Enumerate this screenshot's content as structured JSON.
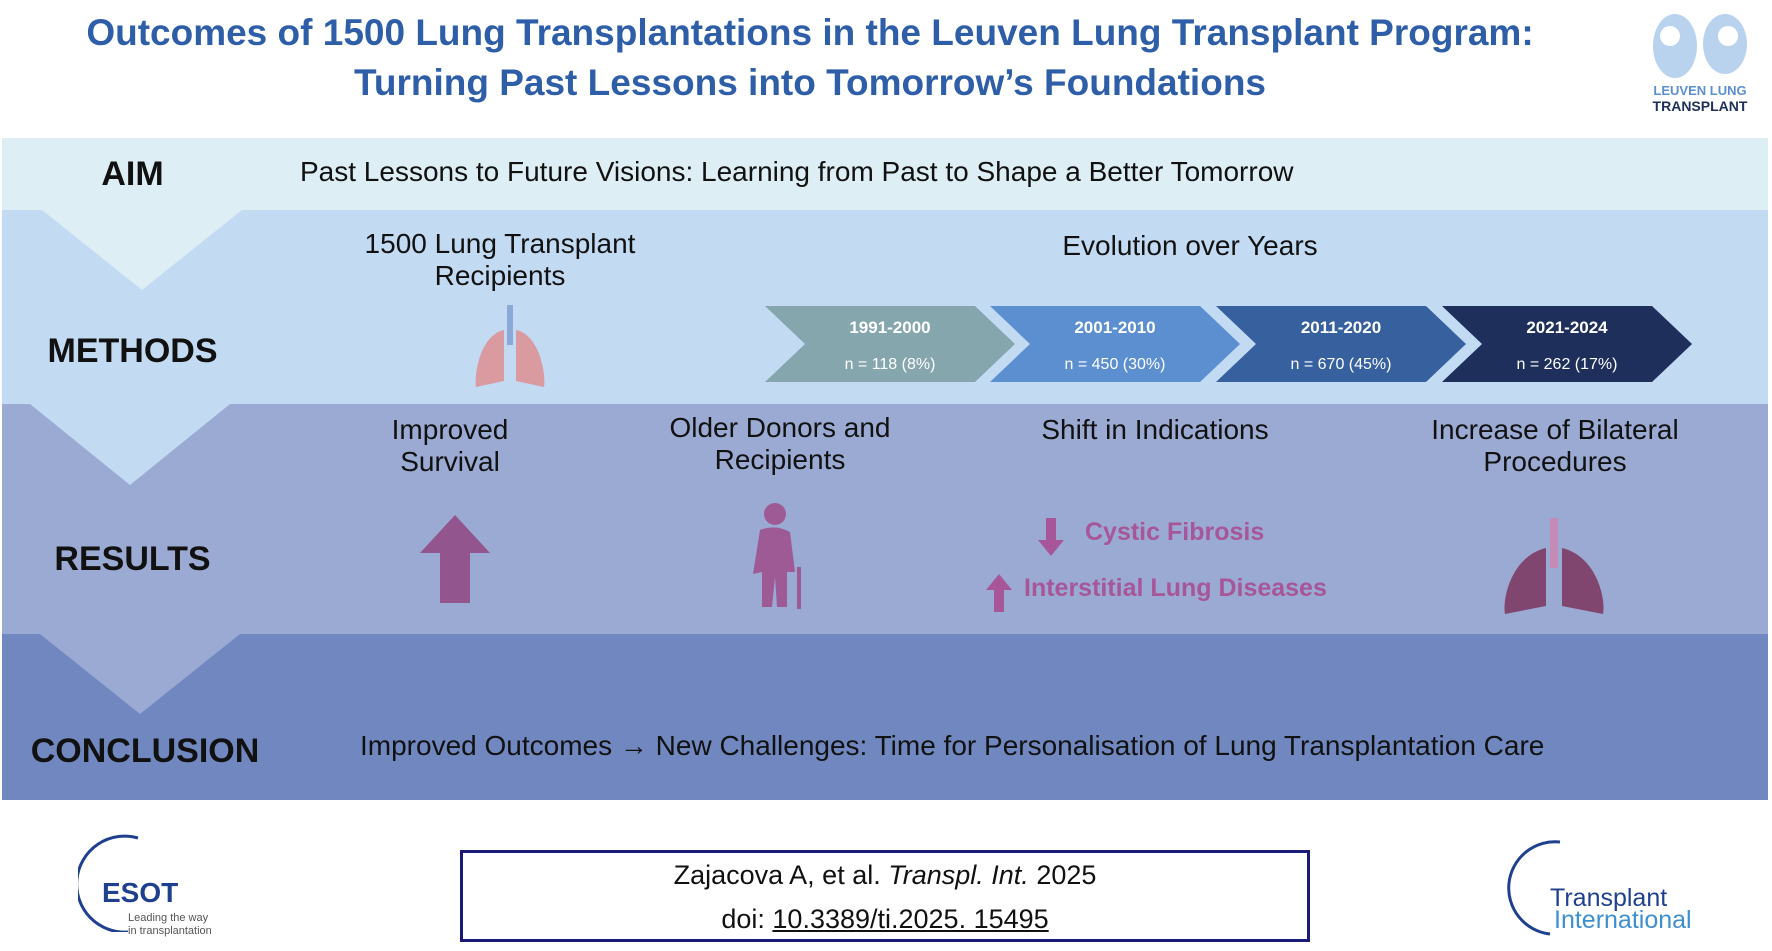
{
  "title": {
    "line1": "Outcomes of 1500 Lung Transplantations in the Leuven Lung Transplant Program:",
    "line2": "Turning Past Lessons into Tomorrow’s Foundations"
  },
  "logo_leuven": {
    "line1": "LEUVEN LUNG",
    "line2": "TRANSPLANT"
  },
  "aim": {
    "label": "AIM",
    "text": "Past Lessons to Future Visions: Learning from Past to Shape a Better Tomorrow"
  },
  "methods": {
    "label": "METHODS",
    "recipients": "1500 Lung Transplant Recipients",
    "evolution": "Evolution over Years",
    "periods": [
      {
        "years": "1991-2000",
        "n": "n = 118 (8%)",
        "color": "#86a6ad"
      },
      {
        "years": "2001-2010",
        "n": "n = 450 (30%)",
        "color": "#5b8fcf"
      },
      {
        "years": "2011-2020",
        "n": "n = 670 (45%)",
        "color": "#37609e"
      },
      {
        "years": "2021-2024",
        "n": "n = 262 (17%)",
        "color": "#1e2f5c"
      }
    ]
  },
  "results": {
    "label": "RESULTS",
    "survival": "Improved Survival",
    "older": "Older Donors and Recipients",
    "shift": "Shift in Indications",
    "cf": "Cystic Fibrosis",
    "ild": "Interstitial Lung Diseases",
    "bilateral": "Increase of Bilateral Procedures"
  },
  "conclusion": {
    "label": "CONCLUSION",
    "text": "Improved Outcomes → New Challenges: Time for Personalisation of Lung Transplantation Care"
  },
  "citation": {
    "authors": "Zajacova A, et al.",
    "journal": "Transpl. Int.",
    "year": "2025",
    "doi_label": "doi:",
    "doi": "10.3389/ti.2025. 15495"
  },
  "esot": {
    "name": "ESOT",
    "tagline1": "Leading the way",
    "tagline2": "in transplantation"
  },
  "ti": {
    "line1": "Transplant",
    "line2": "International"
  }
}
